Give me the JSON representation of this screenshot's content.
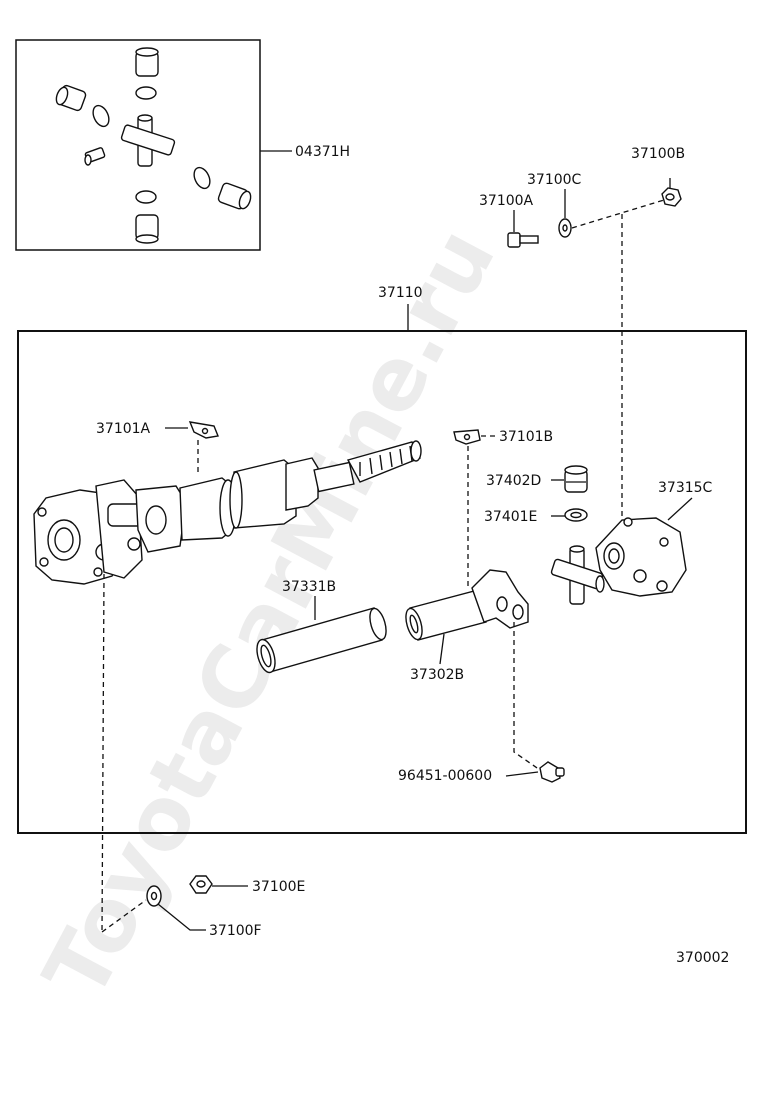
{
  "watermark": "ToyotaCarMine.ru",
  "figure_number": "370002",
  "parts": {
    "kit_04371": "04371H",
    "shaft_37110": "37110",
    "bolt_37100A": "37100A",
    "washer_37100C": "37100C",
    "nut_37100B": "37100B",
    "clip_37101A": "37101A",
    "clip_37101B": "37101B",
    "bearing_37402D": "37402D",
    "snap_37401E": "37401E",
    "flange_37315C": "37315C",
    "boot_37331B": "37331B",
    "yoke_37302B": "37302B",
    "fitting_96451": "96451-00600",
    "nut_37100E": "37100E",
    "washer_37100F": "37100F"
  }
}
